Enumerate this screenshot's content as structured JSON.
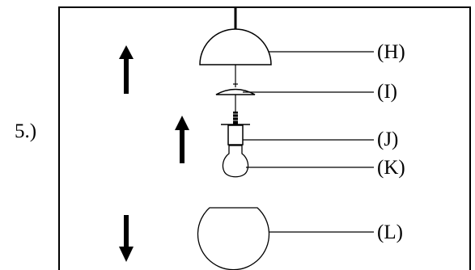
{
  "problem": {
    "number_label": "5.)"
  },
  "labels": {
    "h": "(H)",
    "i": "(I)",
    "j": "(J)",
    "k": "(K)",
    "l": "(L)"
  },
  "arrows": {
    "left_top": "up-arrow-icon",
    "middle": "up-arrow-icon",
    "left_bottom": "down-arrow-icon"
  },
  "colors": {
    "ink": "#000000",
    "background": "#ffffff"
  }
}
